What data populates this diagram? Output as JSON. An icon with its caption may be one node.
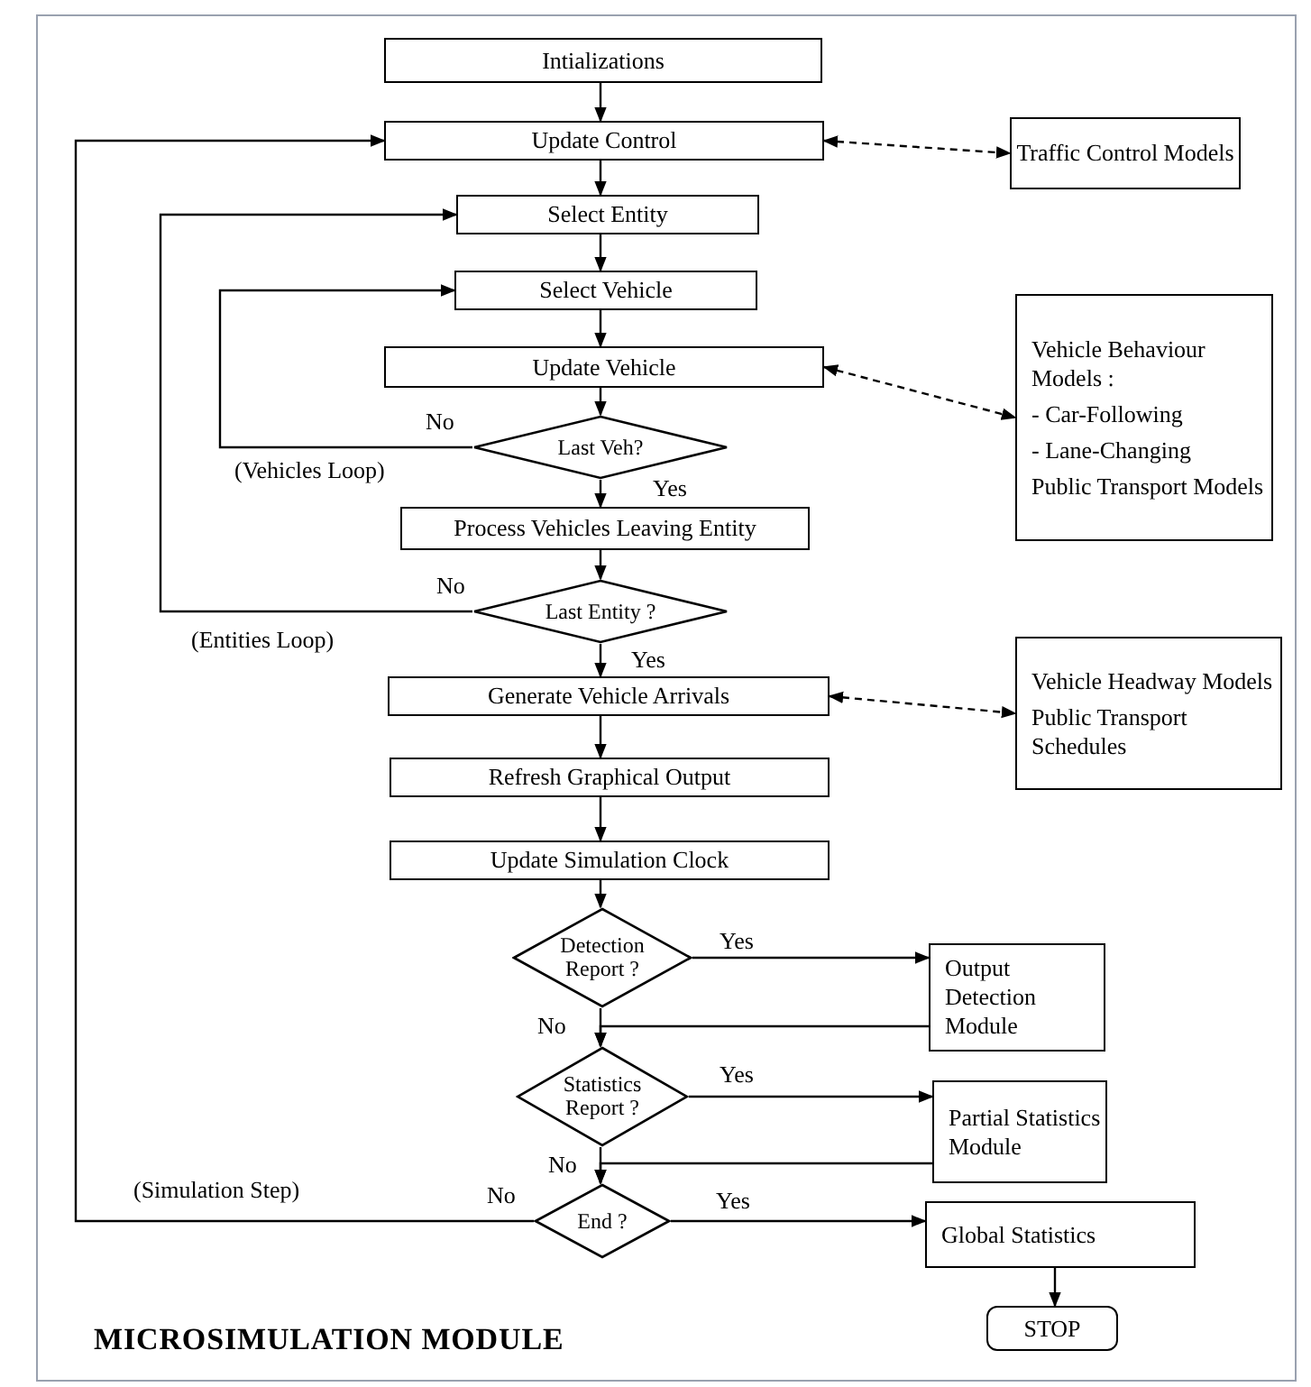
{
  "diagram": {
    "title": "MICROSIMULATION MODULE",
    "nodes": [
      {
        "text": [
          "Intializations"
        ]
      },
      {
        "text": [
          "Update Control"
        ]
      },
      {
        "text": [
          "Traffic Control Models"
        ]
      },
      {
        "text": [
          "Select Entity"
        ]
      },
      {
        "text": [
          "Select Vehicle"
        ]
      },
      {
        "text": [
          "Update Vehicle"
        ]
      },
      {
        "text": [
          "Vehicle Behaviour Models :",
          "- Car-Following",
          "- Lane-Changing",
          "Public Transport Models"
        ]
      },
      {
        "text": [
          "Last Veh?"
        ]
      },
      {
        "text": [
          "Process Vehicles Leaving Entity"
        ]
      },
      {
        "text": [
          "Last Entity ?"
        ]
      },
      {
        "text": [
          "Generate Vehicle Arrivals"
        ]
      },
      {
        "text": [
          "Vehicle Headway Models",
          "Public Transport Schedules"
        ]
      },
      {
        "text": [
          "Refresh Graphical Output"
        ]
      },
      {
        "text": [
          "Update Simulation Clock"
        ]
      },
      {
        "text": [
          "Detection Report ?"
        ]
      },
      {
        "text": [
          "Output Detection Module"
        ]
      },
      {
        "text": [
          "Statistics Report ?"
        ]
      },
      {
        "text": [
          "Partial Statistics Module"
        ]
      },
      {
        "text": [
          "End ?"
        ]
      },
      {
        "text": [
          "Global Statistics"
        ]
      },
      {
        "text": [
          "STOP"
        ]
      }
    ],
    "edges": [
      {
        "from": 0,
        "to": 1,
        "arrow": "to"
      },
      {
        "from": 1,
        "to": 2,
        "arrow": "both",
        "style": "dashed"
      },
      {
        "from": 1,
        "to": 3,
        "arrow": "to"
      },
      {
        "from": 3,
        "to": 4,
        "arrow": "to"
      },
      {
        "from": 4,
        "to": 5,
        "arrow": "to"
      },
      {
        "from": 5,
        "to": 6,
        "arrow": "both",
        "style": "dashed"
      },
      {
        "from": 5,
        "to": 7,
        "arrow": "to"
      },
      {
        "from": 7,
        "to": 4,
        "arrow": "to",
        "label": "No"
      },
      {
        "from": 7,
        "to": 8,
        "arrow": "to",
        "label": "Yes"
      },
      {
        "from": 8,
        "to": 9,
        "arrow": "to"
      },
      {
        "from": 9,
        "to": 3,
        "arrow": "to",
        "label": "No"
      },
      {
        "from": 9,
        "to": 10,
        "arrow": "to",
        "label": "Yes"
      },
      {
        "from": 10,
        "to": 11,
        "arrow": "both",
        "style": "dashed"
      },
      {
        "from": 10,
        "to": 12,
        "arrow": "to"
      },
      {
        "from": 12,
        "to": 13,
        "arrow": "to"
      },
      {
        "from": 13,
        "to": 14,
        "arrow": "to"
      },
      {
        "from": 14,
        "to": 15,
        "arrow": "to",
        "label": "Yes"
      },
      {
        "from": 14,
        "to": 16,
        "arrow": "to",
        "label": "No"
      },
      {
        "from": 15,
        "to": 16,
        "arrow": "to"
      },
      {
        "from": 16,
        "to": 17,
        "arrow": "to",
        "label": "Yes"
      },
      {
        "from": 16,
        "to": 18,
        "arrow": "to",
        "label": "No"
      },
      {
        "from": 17,
        "to": 18,
        "arrow": "to"
      },
      {
        "from": 18,
        "to": 1,
        "arrow": "to",
        "label": "No"
      },
      {
        "from": 18,
        "to": 19,
        "arrow": "to",
        "label": "Yes"
      },
      {
        "from": 19,
        "to": 20,
        "arrow": "to"
      }
    ],
    "labels": [
      "(Vehicles Loop)",
      "(Entities Loop)",
      "(Simulation Step)"
    ]
  }
}
